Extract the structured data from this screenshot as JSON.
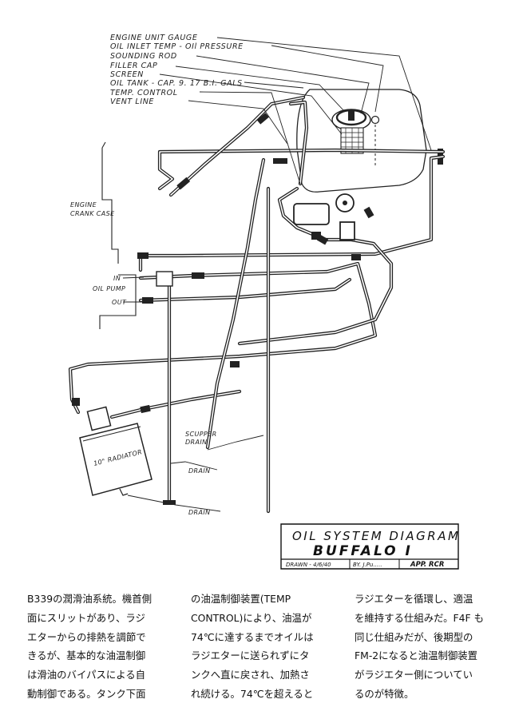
{
  "diagram": {
    "labels": {
      "engine_unit_gauge": "ENGINE UNIT GAUGE",
      "oil_inlet": "OIL INLET TEMP - OIl PRESSURE",
      "sounding_rod": "SOUNDING ROD",
      "filler_cap": "FILLER CAP",
      "screen": "SCREEN",
      "oil_tank": "OIL TANK - CAP. 9. 17 B.I. GALS",
      "temp_control": "TEMP. CONTROL",
      "vent_line": "VENT LINE",
      "engine": "ENGINE",
      "crank_case": "CRANK CASE",
      "in": "IN",
      "oil_pump": "OIL PUMP",
      "out": "OUT",
      "scupper": "SCUPPER",
      "scupper_drain": "DRAIN",
      "radiator": "10\" RADIATOR",
      "drain_1": "DRAIN",
      "drain_2": "DRAIN"
    },
    "title_block": {
      "title_line1": "OIL SYSTEM DIAGRAM",
      "title_line2": "BUFFALO  I",
      "drawn": "DRAWN - 4/6/40",
      "by": "BY. J.Pu.....",
      "app": "APP. RCR"
    }
  },
  "caption": {
    "columns": [
      [
        "B339の潤滑油系統。機首側",
        "面にスリットがあり、ラジ",
        "エターからの排熱を調節で",
        "きるが、基本的な油温制御",
        "は滑油のバイパスによる自",
        "動制御である。タンク下面"
      ],
      [
        "の油温制御装置(TEMP",
        "CONTROL)により、油温が",
        "74℃に達するまでオイルは",
        "ラジエターに送られずにタ",
        "ンクへ直に戻され、加熱さ",
        "れ続ける。74℃を超えると"
      ],
      [
        "ラジエターを循環し、適温",
        "を維持する仕組みだ。F4F も",
        "同じ仕組みだが、後期型の",
        "FM-2になると油温制御装置",
        "がラジエター側についてい",
        "るのが特徴。"
      ]
    ]
  }
}
